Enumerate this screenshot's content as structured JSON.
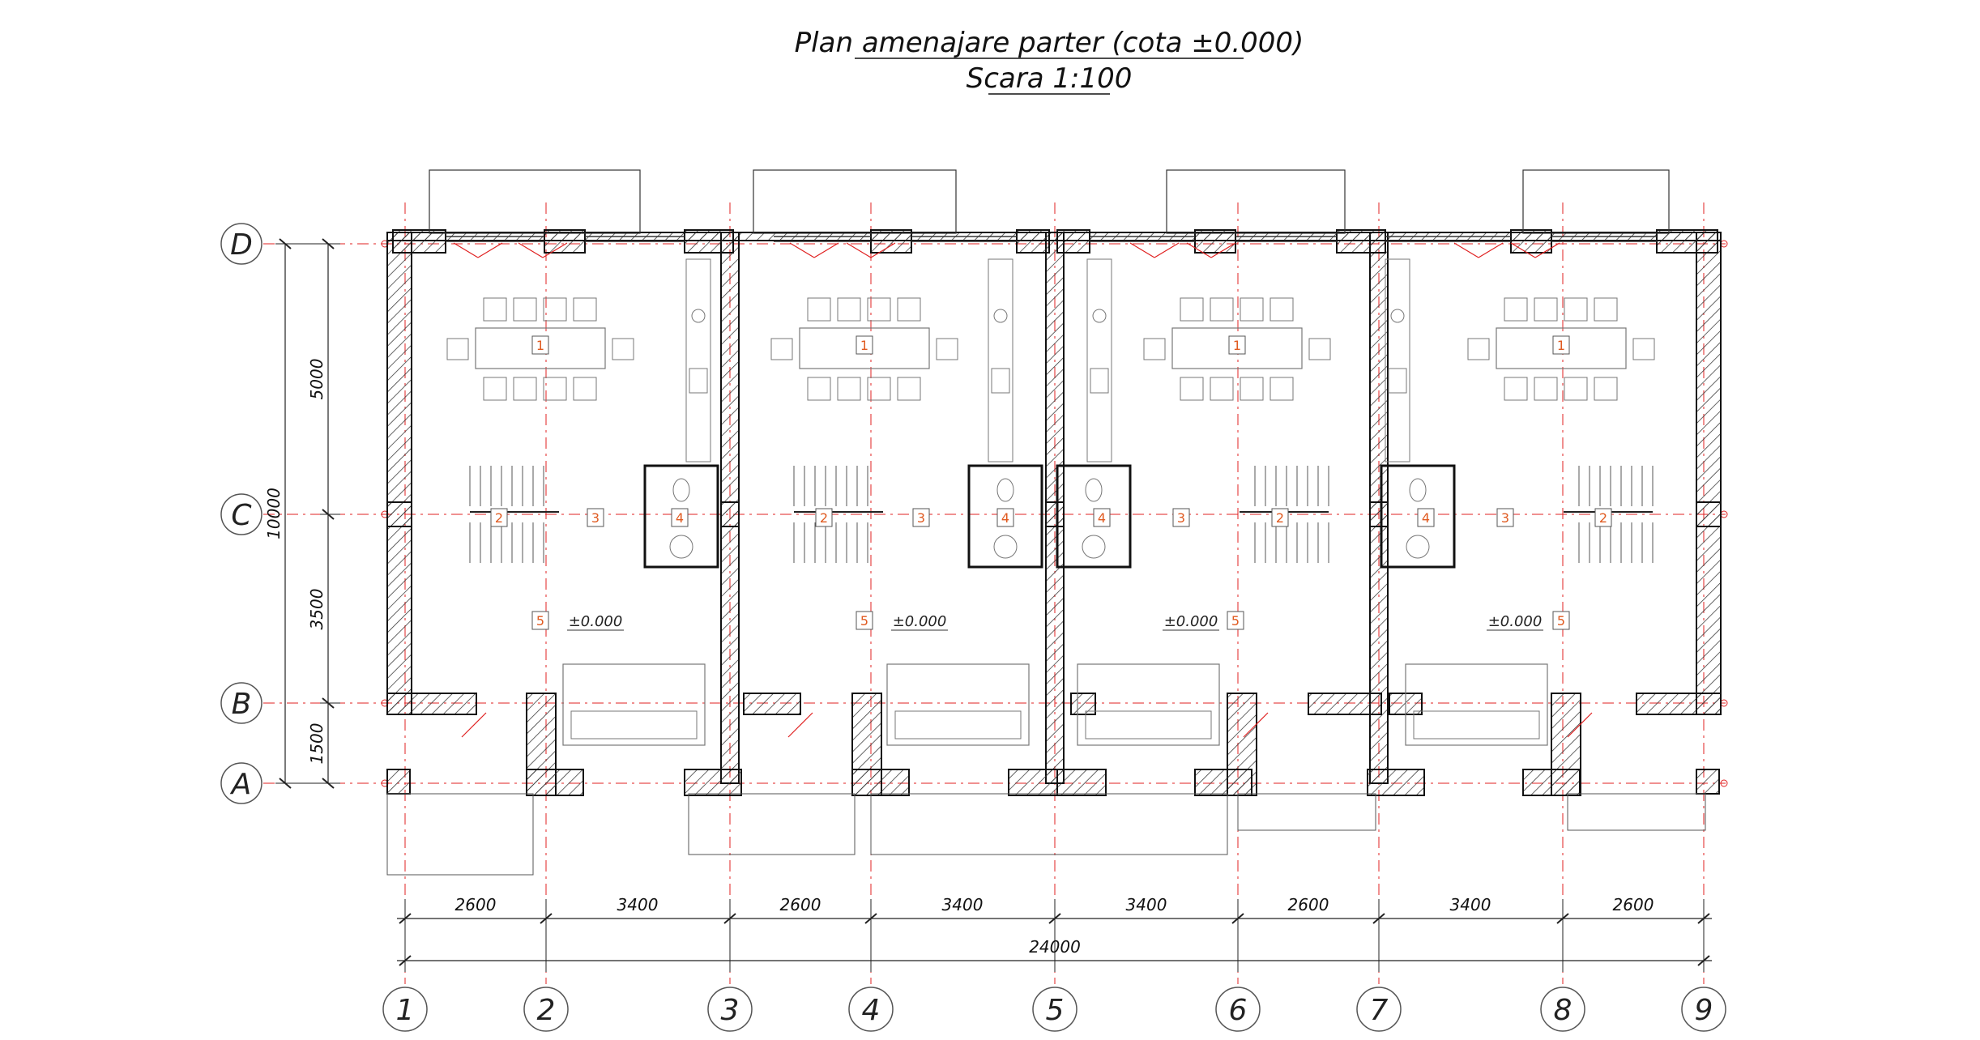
{
  "title": {
    "line1": "Plan amenajare parter (cota ±0.000)",
    "line2": "Scara 1:100"
  },
  "axes": {
    "horizontal": [
      "D",
      "C",
      "B",
      "A"
    ],
    "vertical": [
      "1",
      "2",
      "3",
      "4",
      "5",
      "6",
      "7",
      "8",
      "9"
    ]
  },
  "dimensions": {
    "vertical_segments": [
      "5000",
      "3500",
      "1500"
    ],
    "vertical_total": "10000",
    "horizontal_segments": [
      "2600",
      "3400",
      "2600",
      "3400",
      "3400",
      "2600",
      "3400",
      "2600"
    ],
    "horizontal_total": "24000"
  },
  "units": [
    {
      "rooms": [
        "1",
        "2",
        "3",
        "4",
        "5"
      ],
      "elevation": "±0.000"
    },
    {
      "rooms": [
        "1",
        "2",
        "3",
        "4",
        "5"
      ],
      "elevation": "±0.000"
    },
    {
      "rooms": [
        "1",
        "2",
        "3",
        "4",
        "5"
      ],
      "elevation": "±0.000"
    },
    {
      "rooms": [
        "1",
        "2",
        "3",
        "4",
        "5"
      ],
      "elevation": "±0.000"
    }
  ],
  "colors": {
    "axis_line": "#e02020",
    "wall_outline": "#111111",
    "hatch": "#333333",
    "room_tag_text": "#e05a20",
    "furniture": "#777777",
    "door_swing": "#e02020"
  }
}
